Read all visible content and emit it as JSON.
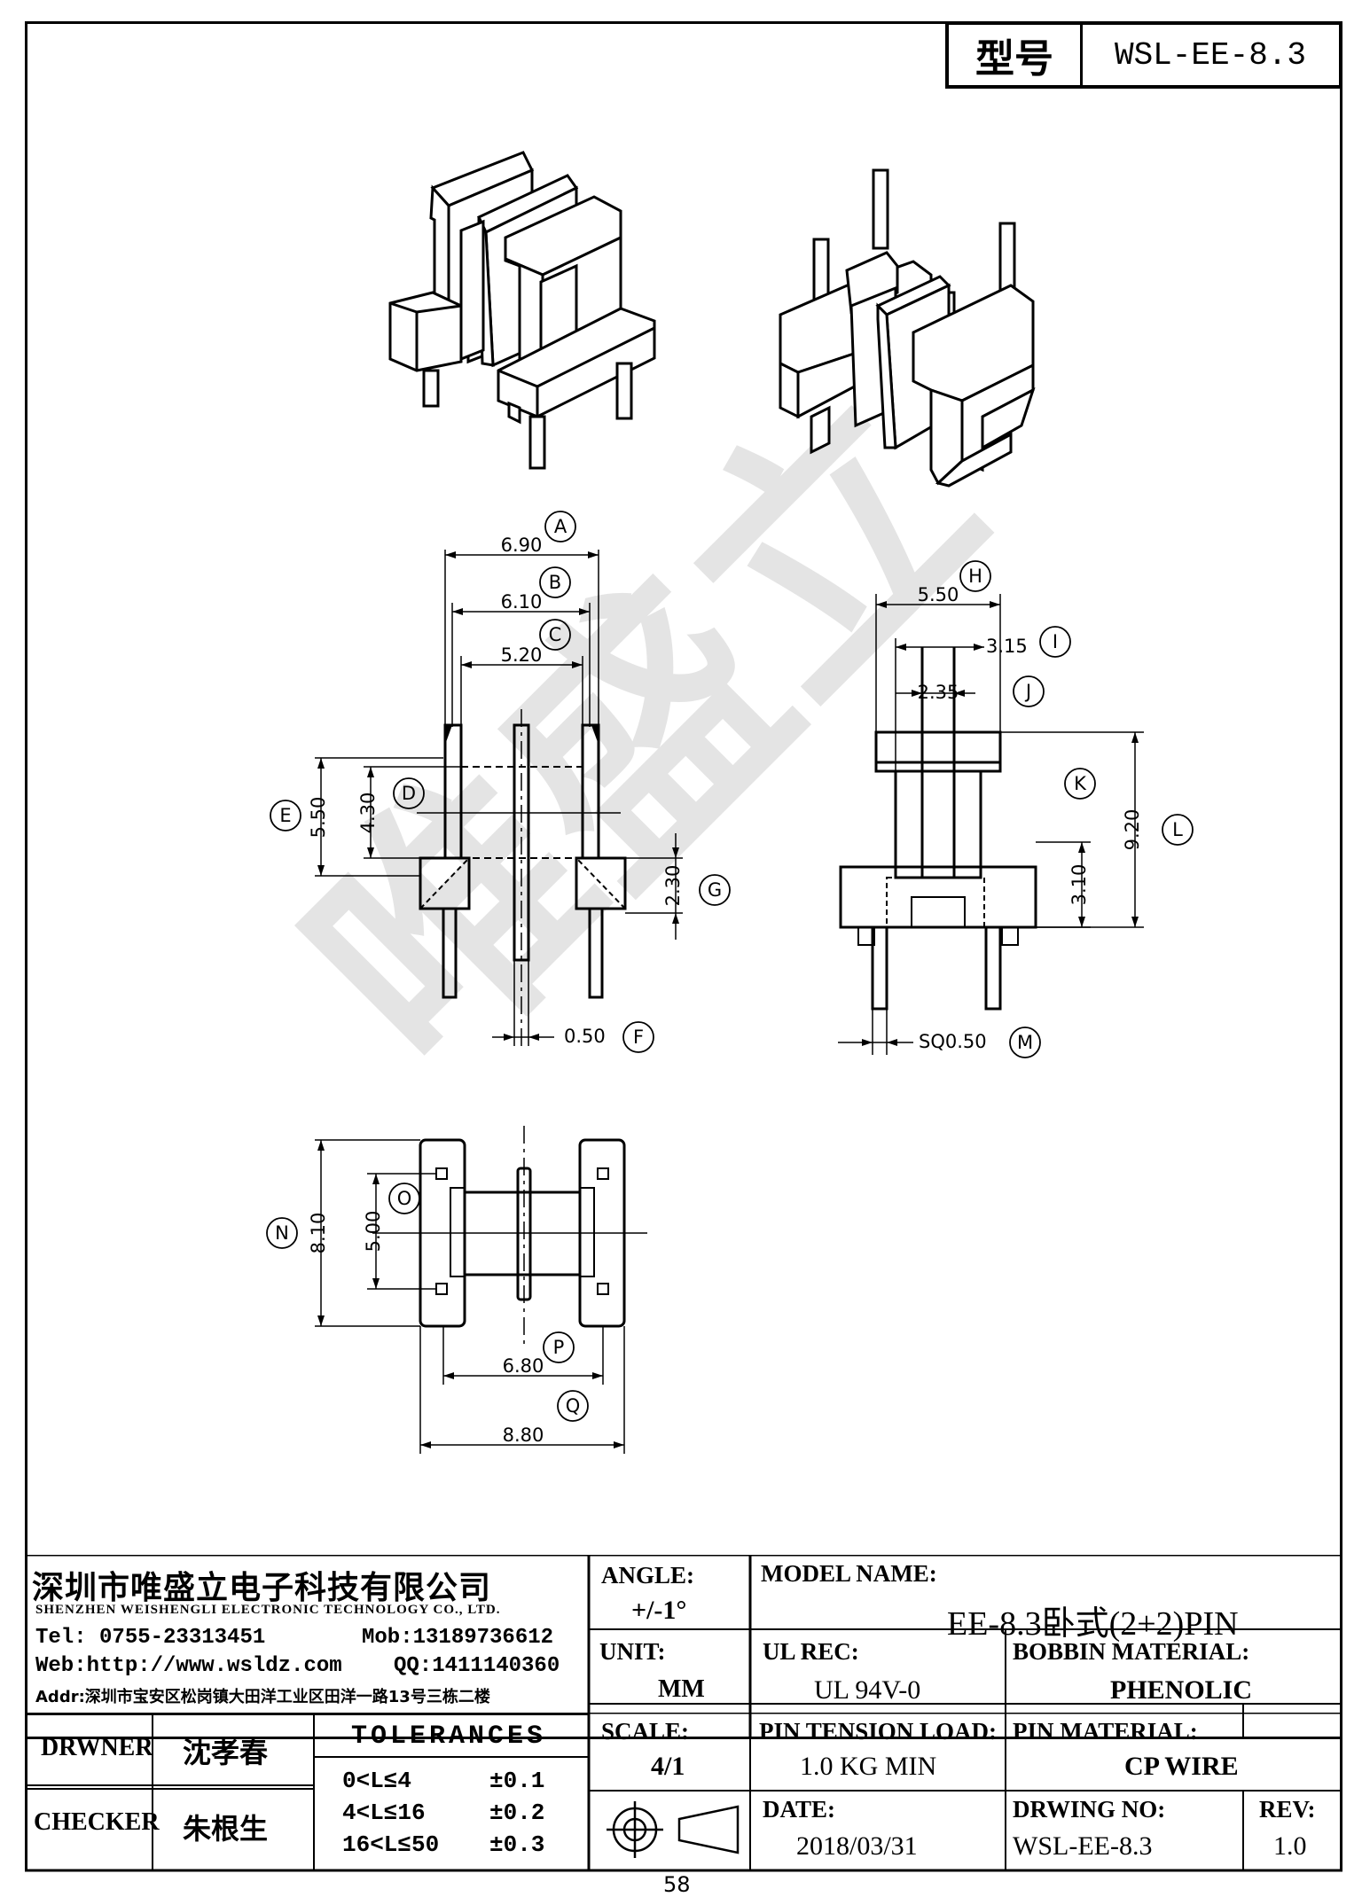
{
  "header": {
    "model_label": "型号",
    "model_value": "WSL-EE-8.3"
  },
  "watermark": "唯盛立",
  "dims": {
    "A": "6.90",
    "B": "6.10",
    "C": "5.20",
    "D": "4.30",
    "E": "5.50",
    "F": "0.50",
    "G": "2.30",
    "H": "5.50",
    "I": "3.15",
    "J": "2.35",
    "K": "3.10",
    "L": "9.20",
    "M": "SQ0.50",
    "N": "8.10",
    "O": "5.00",
    "P": "6.80",
    "Q": "8.80"
  },
  "letters": [
    "A",
    "B",
    "C",
    "D",
    "E",
    "F",
    "G",
    "H",
    "I",
    "J",
    "K",
    "L",
    "M",
    "N",
    "O",
    "P",
    "Q"
  ],
  "company": {
    "name_cn": "深圳市唯盛立电子科技有限公司",
    "name_en": "SHENZHEN WEISHENGLI ELECTRONIC TECHNOLOGY CO., LTD.",
    "tel": "Tel: 0755-23313451",
    "mob": "Mob:13189736612",
    "web": "Web:http://www.wsldz.com",
    "qq": "QQ:1411140360",
    "addr": "Addr:深圳市宝安区松岗镇大田洋工业区田洋一路13号三栋二楼"
  },
  "people": {
    "drawer_label": "DRWNER",
    "drawer_name": "沈孝春",
    "checker_label": "CHECKER",
    "checker_name": "朱根生"
  },
  "tolerances": {
    "title": "TOLERANCES",
    "rows": [
      {
        "range": "0<L≤4",
        "value": "±0.1"
      },
      {
        "range": "4<L≤16",
        "value": "±0.2"
      },
      {
        "range": "16<L≤50",
        "value": "±0.3"
      }
    ]
  },
  "fields": {
    "angle_label": "ANGLE:",
    "angle_value": "+/-1°",
    "unit_label": "UNIT:",
    "unit_value": "MM",
    "scale_label": "SCALE:",
    "scale_value": "4/1",
    "model_name_label": "MODEL NAME:",
    "model_name_value": "EE-8.3卧式(2+2)PIN",
    "ul_label": "UL REC:",
    "ul_value": "UL 94V-0",
    "bobbin_label": "BOBBIN MATERIAL:",
    "bobbin_value": "PHENOLIC",
    "tension_label": "PIN TENSION LOAD:",
    "tension_value": "1.0 KG MIN",
    "pin_material_label": "PIN MATERIAL:",
    "pin_material_value": "CP WIRE",
    "date_label": "DATE:",
    "date_value": "2018/03/31",
    "drawing_no_label": "DRWING NO:",
    "drawing_no_value": "WSL-EE-8.3",
    "rev_label": "REV:",
    "rev_value": "1.0"
  },
  "page_number": "58"
}
